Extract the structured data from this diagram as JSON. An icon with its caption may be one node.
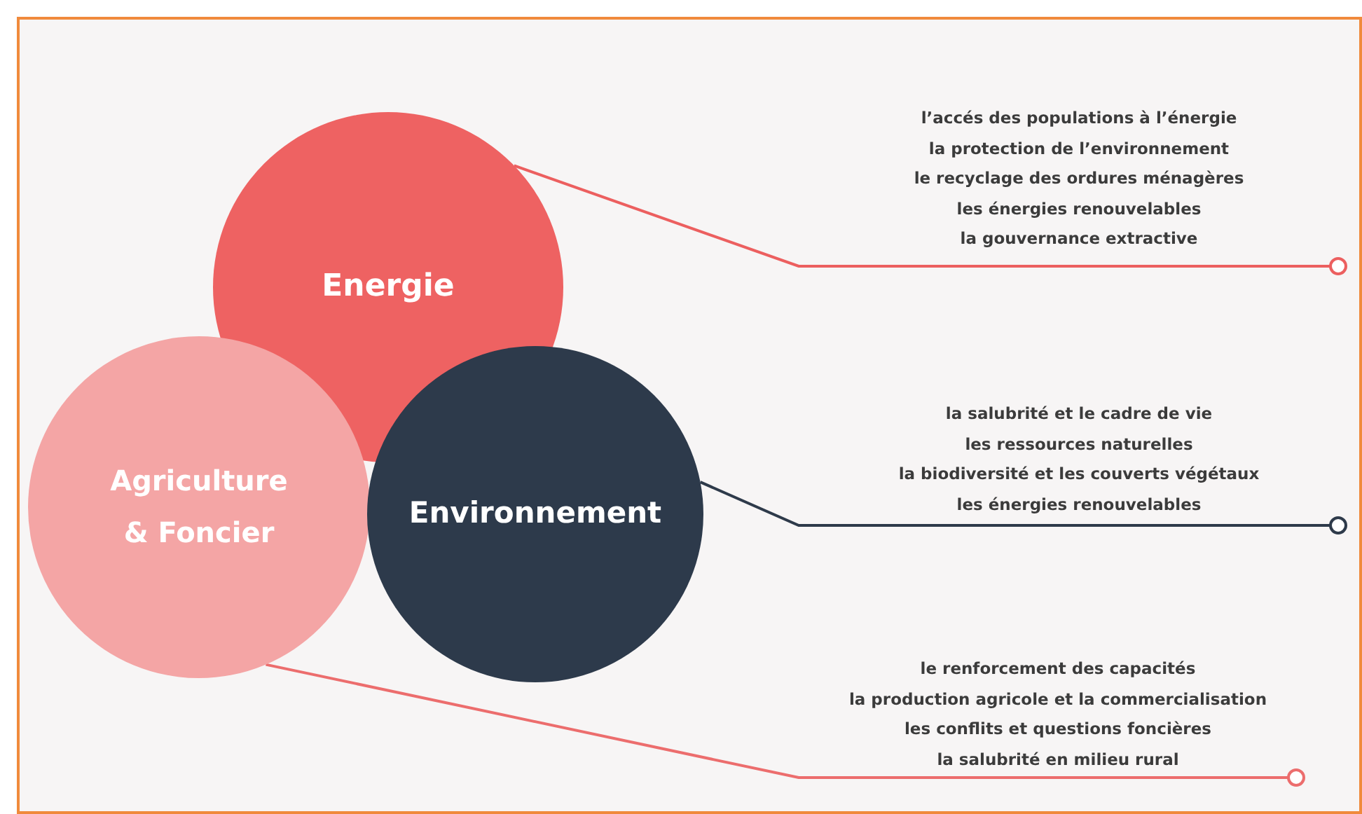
{
  "diagram": {
    "nodes": [
      {
        "text": [
          "Energie"
        ]
      },
      {
        "text": [
          "Agriculture & Foncier"
        ]
      },
      {
        "text": [
          "Environnement"
        ]
      },
      {
        "text": [
          "l’accés des populations à l’énergie",
          "la protection de l’environnement",
          "le recyclage des ordures ménagères",
          "les énergies renouvelables",
          "la gouvernance extractive"
        ]
      },
      {
        "text": [
          "la salubrité et le cadre de vie",
          "les ressources naturelles",
          "la biodiversité et les couverts végétaux",
          "les énergies renouvelables"
        ]
      },
      {
        "text": [
          "le renforcement des capacités",
          "la production agricole et la commercialisation",
          "les conflits et questions foncières",
          "la salubrité en milieu rural"
        ]
      }
    ],
    "edges": [
      {
        "from": 0,
        "to": 3,
        "arrow": "other",
        "color": "#ec5f5f"
      },
      {
        "from": 2,
        "to": 4,
        "arrow": "other",
        "color": "#2e3a4a"
      },
      {
        "from": 1,
        "to": 5,
        "arrow": "other",
        "color": "#ec6d6d"
      }
    ]
  }
}
